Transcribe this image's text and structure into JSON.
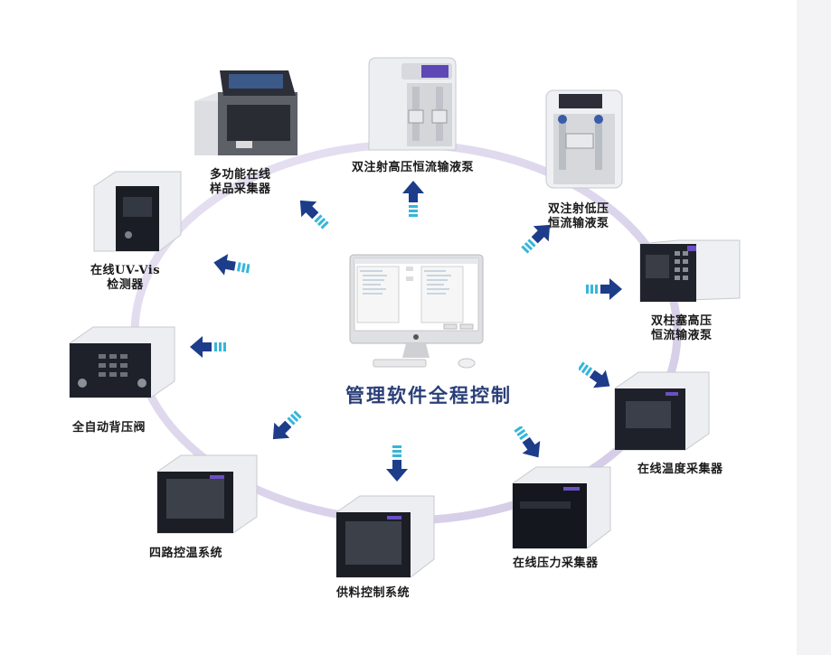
{
  "title": "管理软件全程控制",
  "colors": {
    "ring": "#d9d2ea",
    "arrow_dark": "#1d3c8a",
    "arrow_light": "#36b6d9",
    "title": "#2a3f78",
    "screen": "#10131c",
    "accent": "#6b4fc4"
  },
  "devices": [
    {
      "id": "sampler",
      "label_lines": [
        "多功能在线",
        "样品采集器"
      ]
    },
    {
      "id": "dual-syringe-high",
      "label_lines": [
        "双注射高压恒流输液泵"
      ]
    },
    {
      "id": "dual-syringe-low",
      "label_lines": [
        "双注射低压",
        "恒流输液泵"
      ]
    },
    {
      "id": "dual-piston-high",
      "label_lines": [
        "双柱塞高压",
        "恒流输液泵"
      ]
    },
    {
      "id": "temp-collector",
      "label_lines": [
        "在线温度采集器"
      ]
    },
    {
      "id": "pressure-collector",
      "label_lines": [
        "在线压力采集器"
      ]
    },
    {
      "id": "feed-control",
      "label_lines": [
        "供料控制系统"
      ]
    },
    {
      "id": "four-way-temp",
      "label_lines": [
        "四路控温系统"
      ]
    },
    {
      "id": "back-pressure-valve",
      "label_lines": [
        "全自动背压阀"
      ]
    },
    {
      "id": "uv-vis",
      "label_lines": [
        "在线UV-Vis",
        "检测器"
      ]
    }
  ]
}
